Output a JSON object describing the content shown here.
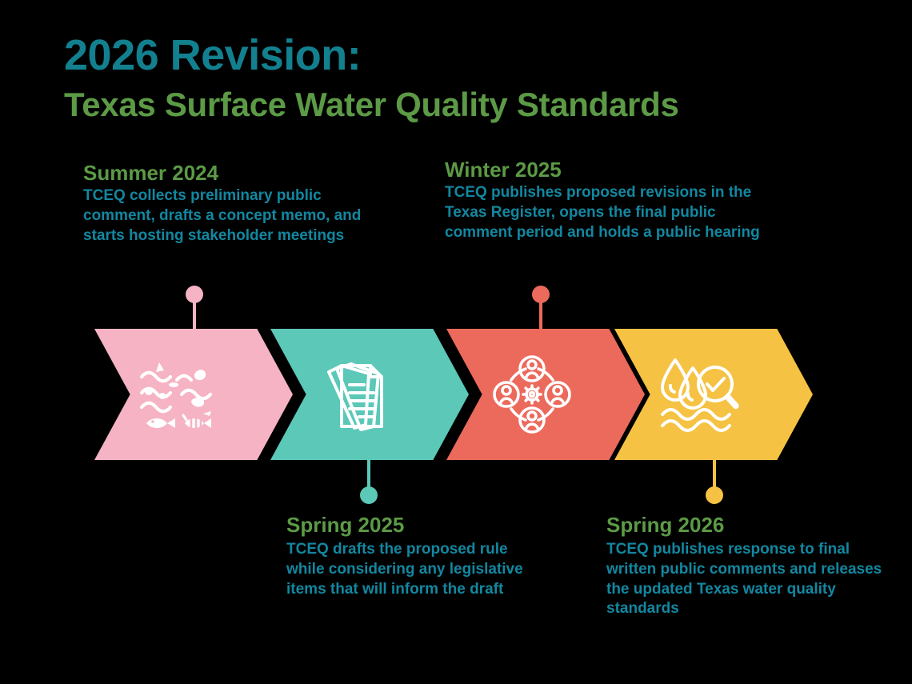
{
  "title": {
    "line1": "2026 Revision:",
    "line2": "Texas Surface Water Quality Standards",
    "line1_color": "#12808F",
    "line2_color": "#5C9A46"
  },
  "colors": {
    "background": "#000000",
    "heading_green": "#5C9A46",
    "body_teal": "#1287A0",
    "stage_1": "#F5B3C4",
    "stage_2": "#5BC8B8",
    "stage_3": "#EC6A5C",
    "stage_4": "#F5C243",
    "icon": "#FFFFFF"
  },
  "timeline": {
    "stages": [
      {
        "id": "stage-1",
        "heading": "Summer 2024",
        "body": "TCEQ collects preliminary public comment, drafts a concept memo, and starts hosting stakeholder meetings",
        "color": "#F5B3C4",
        "icon": "polluted-water-icon",
        "caption_position": "top"
      },
      {
        "id": "stage-2",
        "heading": "Spring 2025",
        "body": "TCEQ drafts the proposed rule while considering any legislative items that will inform the draft",
        "color": "#5BC8B8",
        "icon": "documents-icon",
        "caption_position": "bottom"
      },
      {
        "id": "stage-3",
        "heading": "Winter 2025",
        "body": "TCEQ publishes proposed revisions in the Texas Register, opens the final public comment period and holds a public hearing",
        "color": "#EC6A5C",
        "icon": "stakeholder-collaboration-icon",
        "caption_position": "top"
      },
      {
        "id": "stage-4",
        "heading": "Spring 2026",
        "body": "TCEQ publishes response to final written public comments and releases the updated Texas water quality standards",
        "color": "#F5C243",
        "icon": "water-quality-check-icon",
        "caption_position": "bottom"
      }
    ]
  }
}
